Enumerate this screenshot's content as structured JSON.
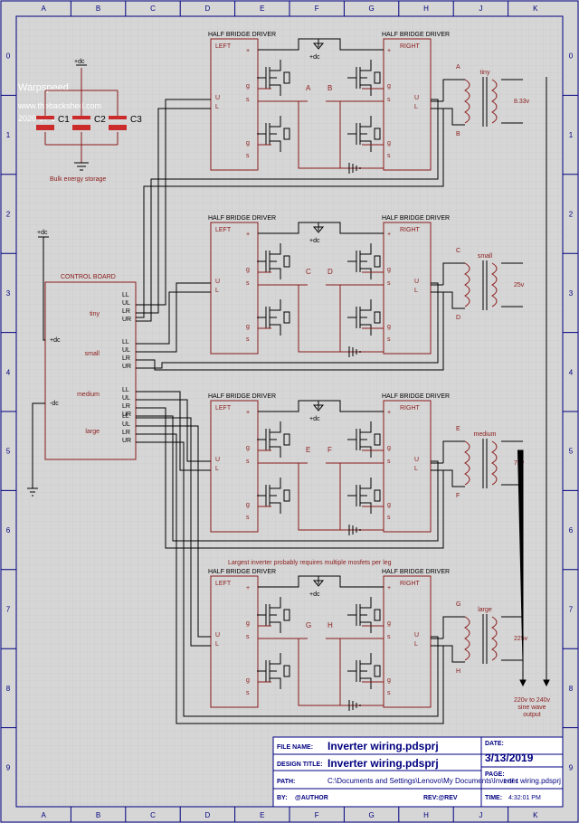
{
  "border": {
    "columns": [
      "A",
      "B",
      "C",
      "D",
      "E",
      "F",
      "G",
      "H",
      "J",
      "K"
    ],
    "rows": [
      "0",
      "1",
      "2",
      "3",
      "4",
      "5",
      "6",
      "7",
      "8",
      "9"
    ]
  },
  "watermark": {
    "name": "Warpspeed",
    "site": "www.thebackshed.com",
    "date": "2020-07-1"
  },
  "bulk": {
    "dc_label": "+dc",
    "caps": [
      "C1",
      "C2",
      "C3"
    ],
    "label": "Bulk energy storage"
  },
  "control_board": {
    "title": "CONTROL BOARD",
    "supply_label": "+dc",
    "plus_dc": "+dc",
    "minus_dc": "-dc",
    "groups": [
      {
        "name": "tiny",
        "pins": [
          "LL",
          "UL",
          "LR",
          "UR"
        ]
      },
      {
        "name": "small",
        "pins": [
          "LL",
          "UL",
          "LR",
          "UR"
        ]
      },
      {
        "name": "medium",
        "pins": [
          "LL",
          "UL",
          "LR",
          "UR"
        ]
      },
      {
        "name": "large",
        "pins": [
          "LL",
          "UL",
          "LR",
          "UR"
        ]
      }
    ]
  },
  "stages": [
    {
      "nodes": [
        "A",
        "B"
      ],
      "transformer": "tiny",
      "voltage": "8.33v"
    },
    {
      "nodes": [
        "C",
        "D"
      ],
      "transformer": "small",
      "voltage": "25v"
    },
    {
      "nodes": [
        "E",
        "F"
      ],
      "transformer": "medium",
      "voltage": "75v"
    },
    {
      "nodes": [
        "G",
        "H"
      ],
      "transformer": "large",
      "voltage": "225v"
    }
  ],
  "driver": {
    "title": "HALF BRIDGE DRIVER",
    "left": "LEFT",
    "right": "RIGHT",
    "plus": "+",
    "gate": "g",
    "source": "s",
    "upper": "U",
    "lower": "L",
    "dc": "+dc"
  },
  "mosfet_note": "Largest inverter probably requires multiple mosfets per leg",
  "output_label": [
    "220v to 240v",
    "sine wave",
    "output"
  ],
  "title_block": {
    "file_name_label": "FILE NAME:",
    "file_name": "Inverter wiring.pdsprj",
    "design_title_label": "DESIGN TITLE:",
    "design_title": "Inverter wiring.pdsprj",
    "path_label": "PATH:",
    "path": "C:\\Documents and Settings\\Lenovo\\My Documents\\Inverter wiring.pdsprj",
    "by_label": "BY:",
    "by": "@AUTHOR",
    "rev": "REV:@REV",
    "date_label": "DATE:",
    "date": "3/13/2019",
    "page_label": "PAGE:",
    "page": "1 of 1",
    "time_label": "TIME:",
    "time": "4:32:01 PM"
  },
  "colors": {
    "wire_red": "#8b1a1a",
    "wire_black": "#000000",
    "cap_red": "#cc2b2b",
    "text_dark": "#000080",
    "background": "#d6d6d6"
  }
}
